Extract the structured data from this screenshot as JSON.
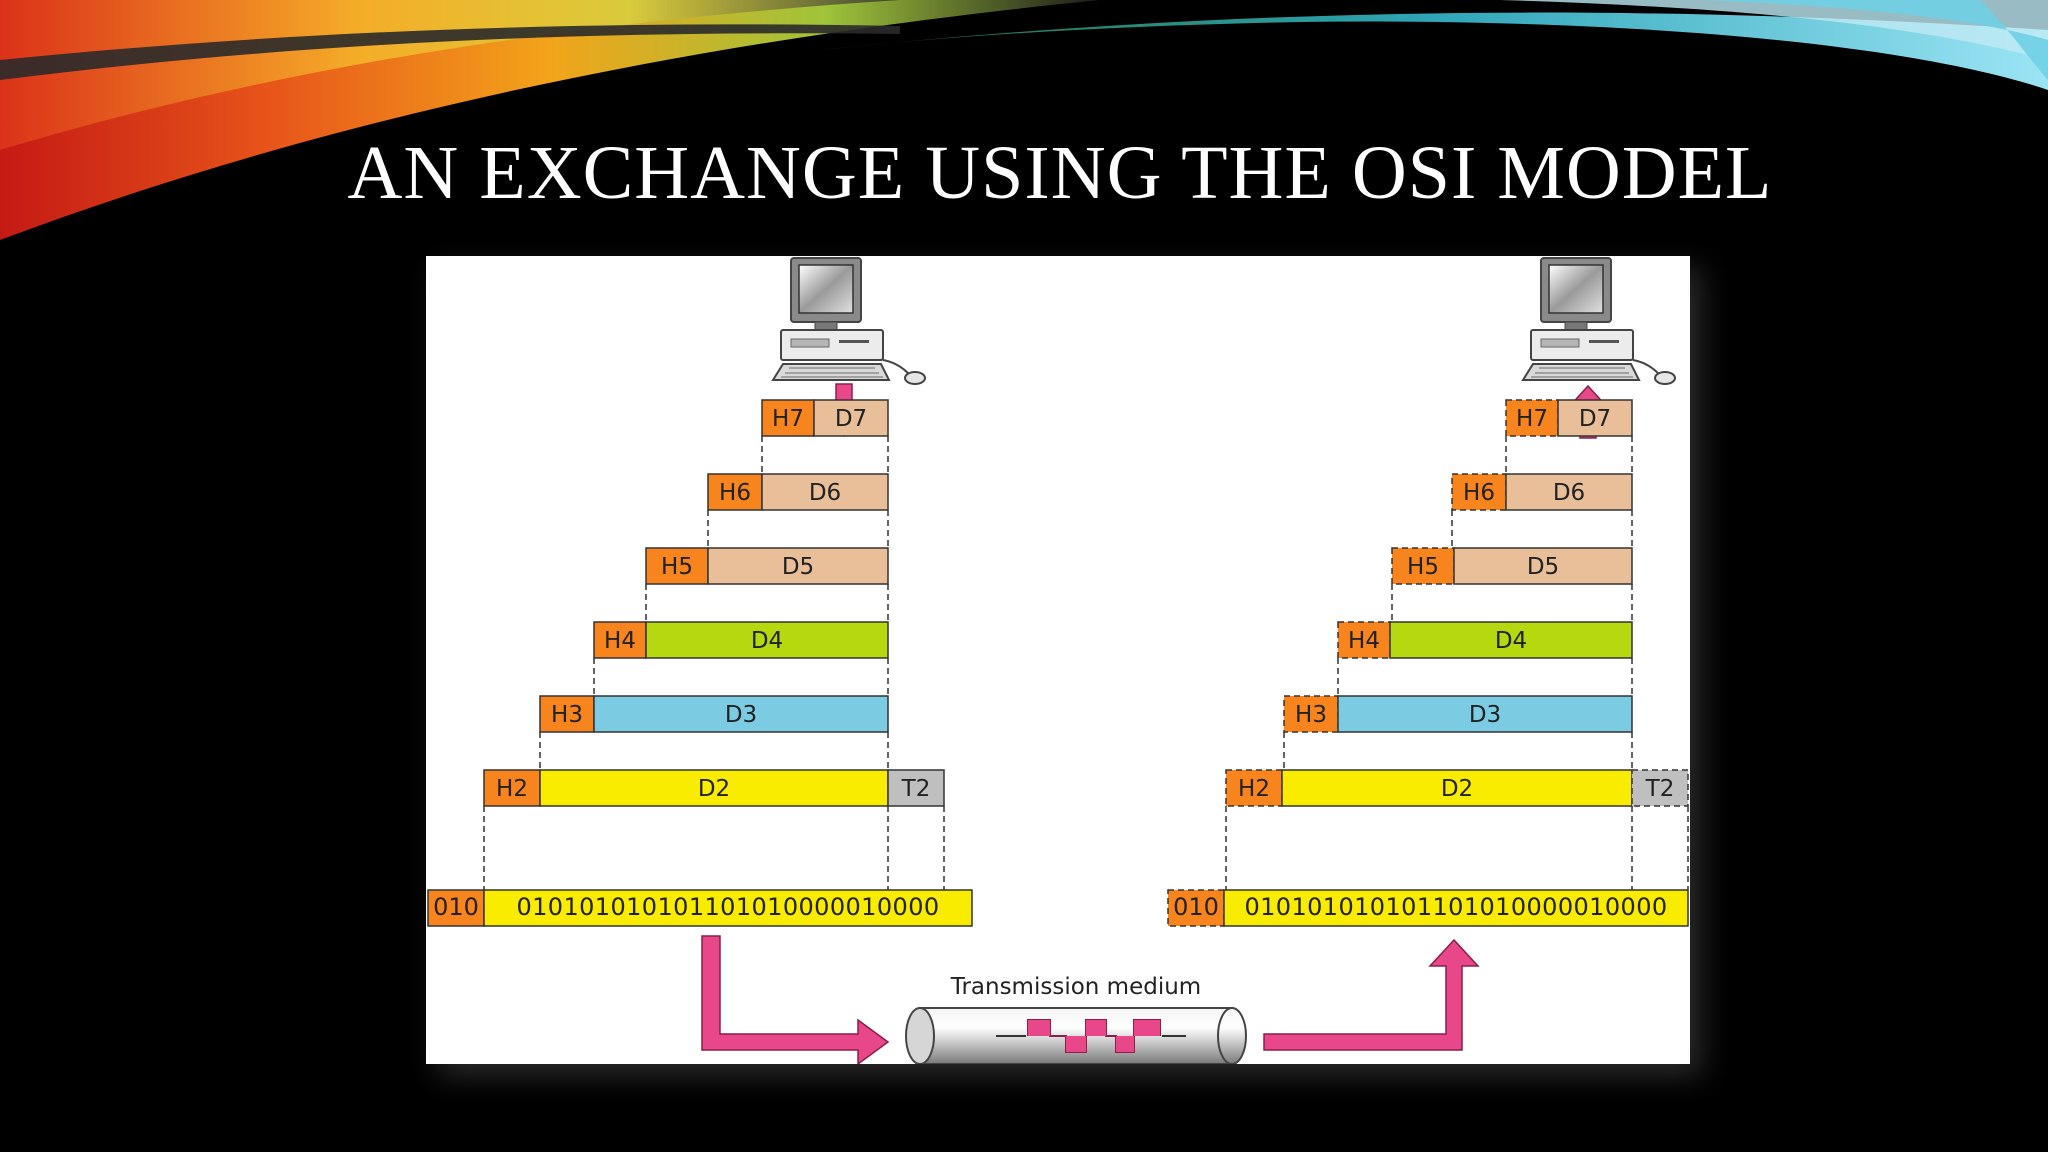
{
  "slide": {
    "title": "AN EXCHANGE USING THE OSI MODEL"
  },
  "diagram": {
    "medium_label": "Transmission medium",
    "bitstream": "010101010101101010000010000",
    "bitstream_prefix": "010",
    "trailer_label": "T2",
    "layers": [
      {
        "header": "H7",
        "data": "D7"
      },
      {
        "header": "H6",
        "data": "D6"
      },
      {
        "header": "H5",
        "data": "D5"
      },
      {
        "header": "H4",
        "data": "D4"
      },
      {
        "header": "H3",
        "data": "D3"
      },
      {
        "header": "H2",
        "data": "D2"
      }
    ],
    "colors": {
      "header": "#f7841c",
      "upper_data": "#e8bf98",
      "transport_data": "#b5d80e",
      "network_data": "#7bcbe2",
      "link_data": "#f9ec00",
      "trailer": "#bfbfbf",
      "arrow": "#e8488a",
      "medium_signal": "#e8488a"
    }
  }
}
